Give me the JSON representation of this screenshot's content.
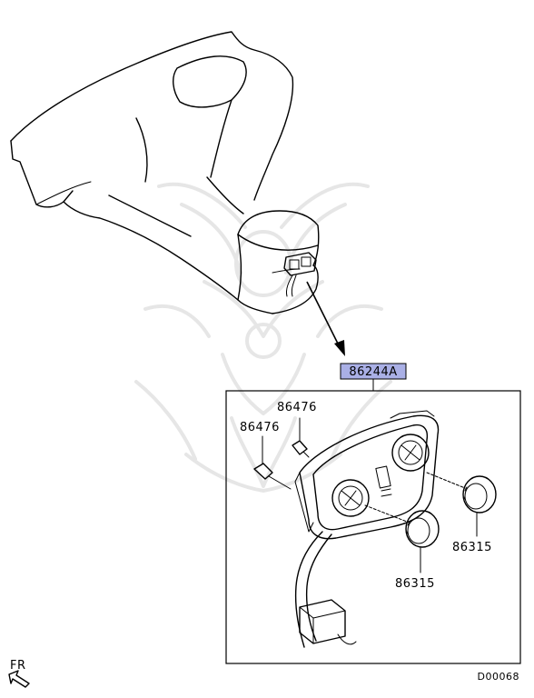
{
  "callouts": {
    "main_part": "86244A",
    "bulb_upper": "86476",
    "bulb_lower": "86476",
    "knob_right": "86315",
    "knob_lower": "86315"
  },
  "direction_label": "FR",
  "diagram_code": "D00068",
  "colors": {
    "highlight": "#aab0e6",
    "line": "#000000",
    "watermark": "#e6e6e6"
  },
  "icons": {
    "direction": "arrow-front-icon"
  }
}
